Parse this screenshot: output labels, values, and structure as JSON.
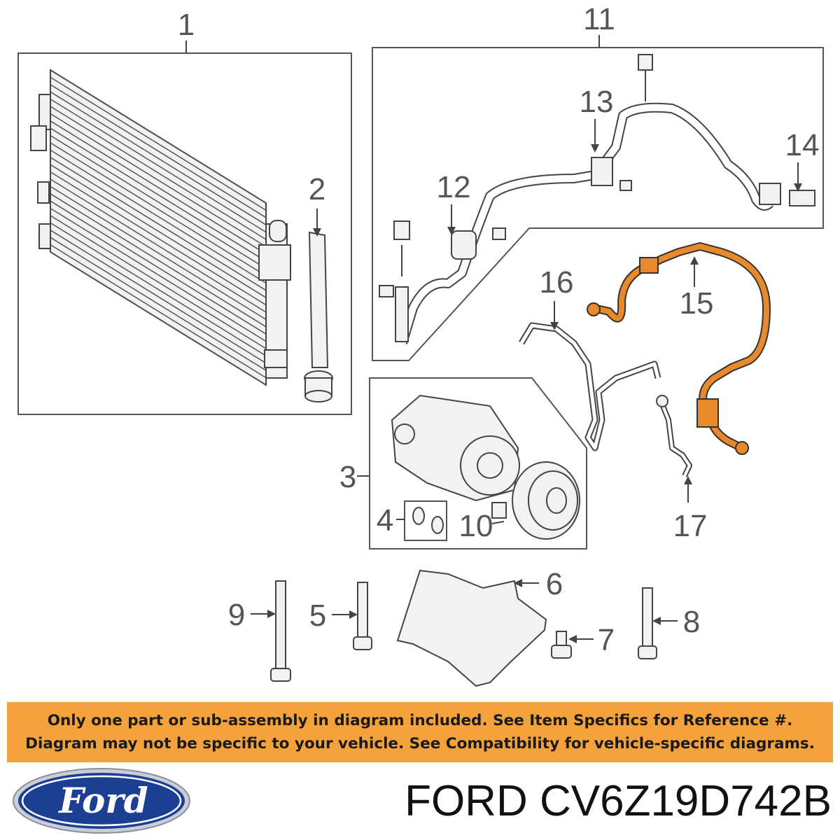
{
  "diagram": {
    "callouts": {
      "c1": "1",
      "c2": "2",
      "c3": "3",
      "c4": "4",
      "c5": "5",
      "c6": "6",
      "c7": "7",
      "c8": "8",
      "c9": "9",
      "c10": "10",
      "c11": "11",
      "c12": "12",
      "c13": "13",
      "c14": "14",
      "c15": "15",
      "c16": "16",
      "c17": "17"
    },
    "highlight_color": "#e8892b",
    "line_color": "#444444"
  },
  "banner": {
    "line1": "Only one part or sub-assembly in diagram included. See Item Specifics for Reference #.",
    "line2": "Diagram may not be specific to your vehicle. See Compatibility for vehicle-specific diagrams.",
    "background": "#f4a23b"
  },
  "logo": {
    "text": "Ford",
    "oval_color": "#1c3f94"
  },
  "part": {
    "brand": "FORD",
    "number": "CV6Z19D742B"
  }
}
